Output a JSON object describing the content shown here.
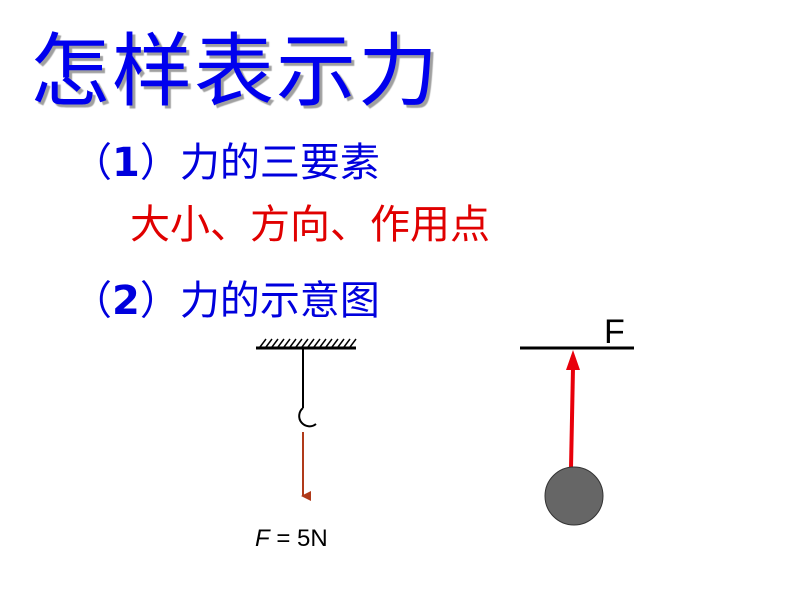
{
  "title": "怎样表示力",
  "section1": {
    "open": "（",
    "number": "1",
    "close": "）",
    "text": "力的三要素"
  },
  "elements_line": "大小、方向、作用点",
  "section2": {
    "open": "（",
    "number": "2",
    "close": "）",
    "text": "力的示意图"
  },
  "diagram_left": {
    "label_symbol": "F",
    "label_rest": " = 5N"
  },
  "diagram_right": {
    "label": "F"
  },
  "colors": {
    "title": "#0000ee",
    "heading": "#0000dd",
    "elements": "#e00000",
    "hanging_arrow": "#b03a1a",
    "pull_arrow": "#e8000b",
    "ball": "#666666"
  }
}
